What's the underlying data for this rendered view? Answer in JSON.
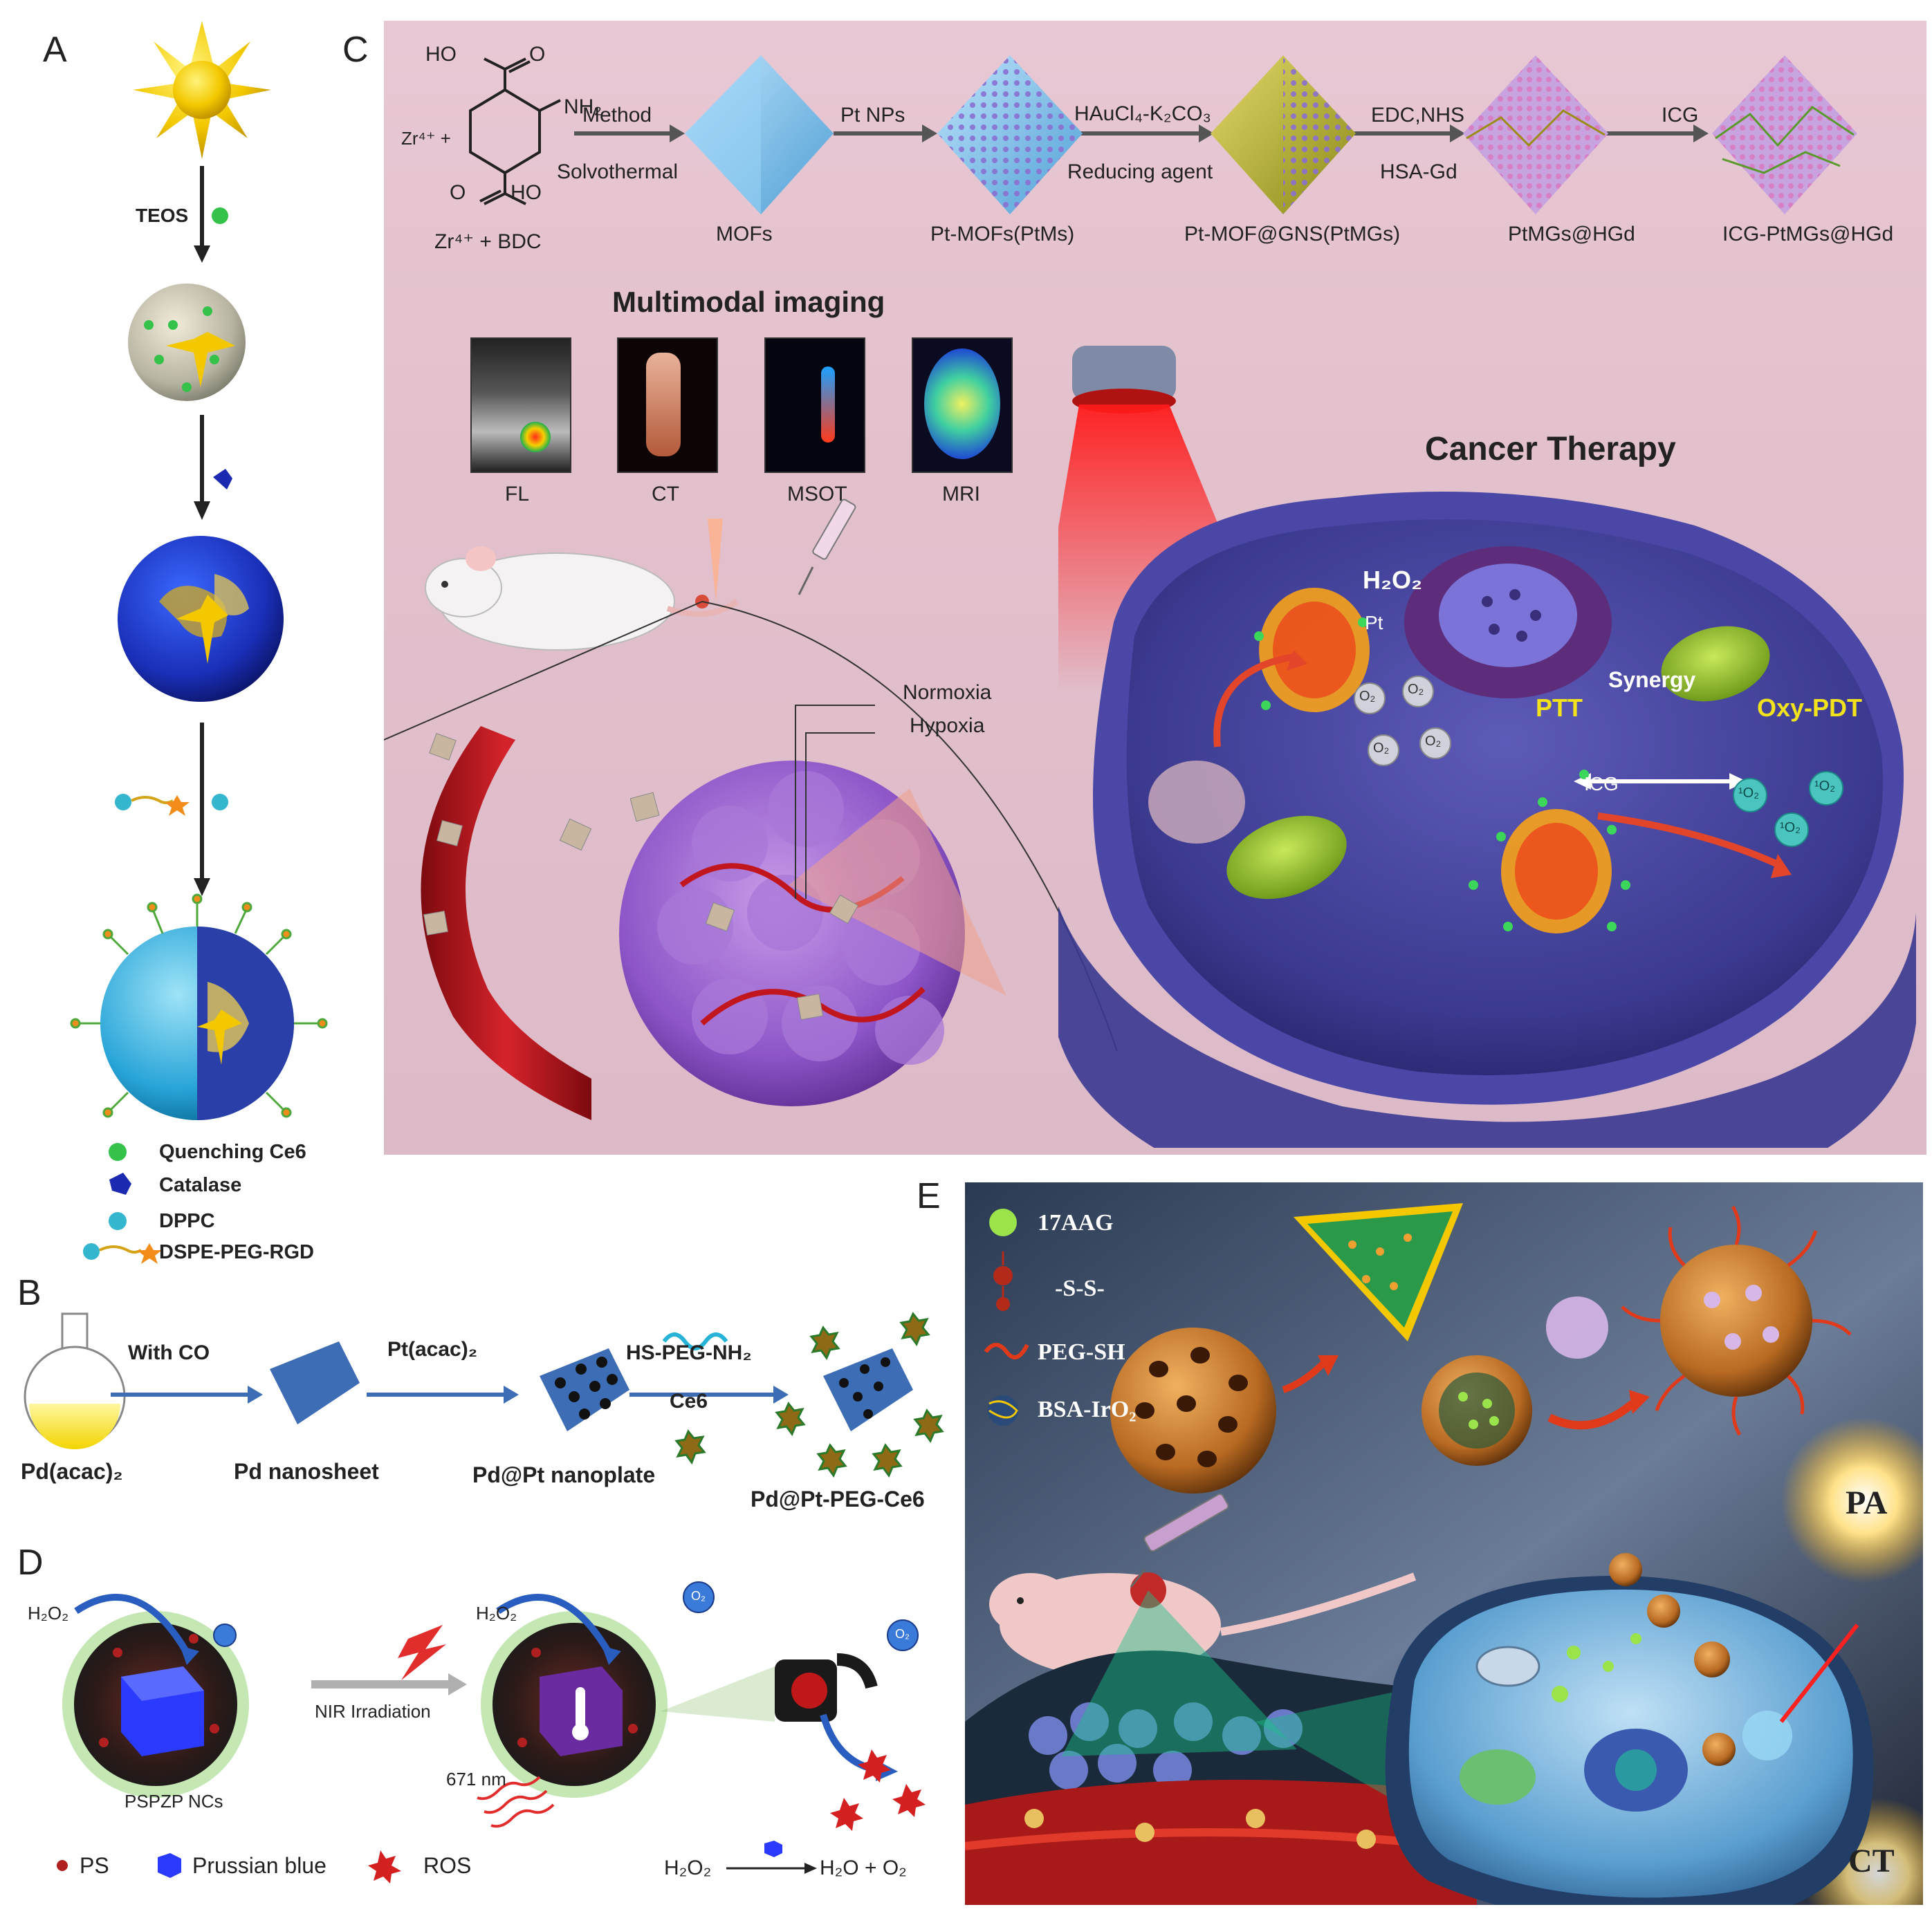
{
  "panels": {
    "A": {
      "letter": "A",
      "step_label": "TEOS",
      "legend": [
        {
          "label": "Quenching Ce6",
          "icon": "green-dot-icon"
        },
        {
          "label": "Catalase",
          "icon": "catalase-icon"
        },
        {
          "label": "DPPC",
          "icon": "teal-dot-icon"
        },
        {
          "label": "DSPE-PEG-RGD",
          "icon": "lipid-star-icon"
        }
      ]
    },
    "B": {
      "letter": "B",
      "arrow1_label": "With CO",
      "arrow2_label": "Pt(acac)₂",
      "arrow3_top": "HS-PEG-NH₂",
      "arrow3_bottom": "Ce6",
      "items": [
        "Pd(acac)₂",
        "Pd nanosheet",
        "Pd@Pt nanoplate",
        "Pd@Pt-PEG-Ce6"
      ]
    },
    "C": {
      "letter": "C",
      "zr_label": "Zr⁴⁺ +",
      "ho_label": "HO",
      "o_label": "O",
      "nh2_label": "NH₂",
      "o2_label": "O",
      "ho2_label": "HO",
      "bdc_label": "Zr⁴⁺ + BDC",
      "arrows": [
        {
          "top": "Method",
          "bottom": "Solvothermal"
        },
        {
          "top": "Pt NPs",
          "bottom": ""
        },
        {
          "top": "HAuCl₄-K₂CO₃",
          "bottom": "Reducing agent"
        },
        {
          "top": "EDC,NHS",
          "bottom": "HSA-Gd"
        },
        {
          "top": "ICG",
          "bottom": ""
        }
      ],
      "products": [
        "MOFs",
        "Pt-MOFs(PtMs)",
        "Pt-MOF@GNS(PtMGs)",
        "PtMGs@HGd",
        "ICG-PtMGs@HGd"
      ],
      "imaging_title": "Multimodal imaging",
      "imaging_modes": [
        "FL",
        "CT",
        "MSOT",
        "MRI"
      ],
      "cancer_title": "Cancer Therapy",
      "h2o2": "H₂O₂",
      "pt": "Pt",
      "synergy": "Synergy",
      "ptt": "PTT",
      "oxy_pdt": "Oxy-PDT",
      "icg": "ICG",
      "normoxia": "Normoxia",
      "hypoxia": "Hypoxia",
      "o2_bubble": "O₂",
      "singlet_bubble": "¹O₂"
    },
    "D": {
      "letter": "D",
      "h2o2_left": "H₂O₂",
      "h2o2_right": "H₂O₂",
      "o2_bubble": "O₂",
      "nir_label": "NIR Irradiation",
      "wavelength": "671 nm",
      "nc_label": "PSPZP NCs",
      "legend": [
        {
          "label": "PS",
          "icon": "ps-dot-icon"
        },
        {
          "label": "Prussian blue",
          "icon": "prussian-blue-icon"
        },
        {
          "label": "ROS",
          "icon": "ros-star-icon"
        }
      ],
      "eq_left": "H₂O₂",
      "eq_right": "H₂O + O₂"
    },
    "E": {
      "letter": "E",
      "legend": [
        {
          "label": "17AAG",
          "icon": "green-sphere-icon"
        },
        {
          "label": "-S-S-",
          "icon": "disulfide-icon"
        },
        {
          "label": "PEG-SH",
          "icon": "peg-chain-icon"
        },
        {
          "label": "BSA-IrO₂",
          "icon": "bsa-iro2-icon"
        }
      ],
      "pa": "PA",
      "ct": "CT"
    }
  },
  "colors": {
    "panel_c_bg": "#e7c9d3",
    "panel_e_bg": "#3a4860",
    "cell_purple": "#3b3a8f",
    "blood_red": "#b3121a",
    "gold": "#f3c800",
    "blue_crystal": "#6fb7e8",
    "ptt_yellow": "#f1e21b",
    "arrow_blue": "#3d6db5"
  }
}
